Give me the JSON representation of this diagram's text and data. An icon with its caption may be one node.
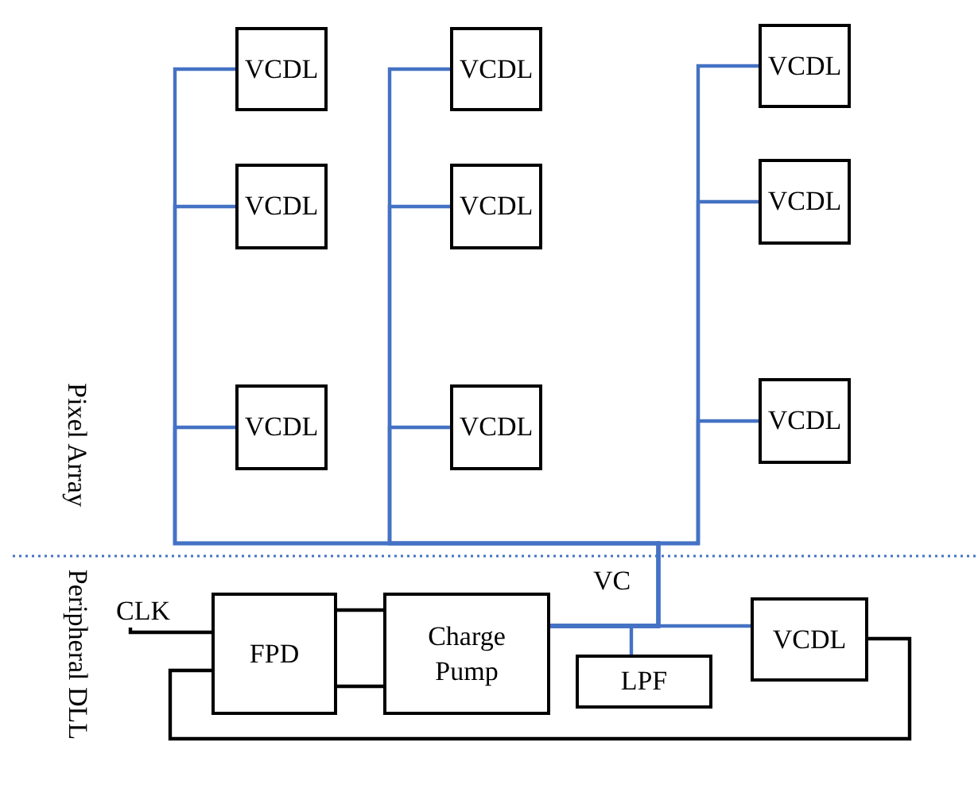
{
  "diagram": {
    "nodes": [
      {
        "text": [
          "VCDL"
        ]
      },
      {
        "text": [
          "VCDL"
        ]
      },
      {
        "text": [
          "VCDL"
        ]
      },
      {
        "text": [
          "VCDL"
        ]
      },
      {
        "text": [
          "VCDL"
        ]
      },
      {
        "text": [
          "VCDL"
        ]
      },
      {
        "text": [
          "VCDL"
        ]
      },
      {
        "text": [
          "VCDL"
        ]
      },
      {
        "text": [
          "VCDL"
        ]
      },
      {
        "text": [
          "FPD"
        ]
      },
      {
        "text": [
          "Charge Pump"
        ]
      },
      {
        "text": [
          "LPF"
        ]
      },
      {
        "text": [
          "VCDL"
        ]
      },
      {
        "text": [
          "CLK"
        ]
      }
    ],
    "edges": [
      {
        "from": 10,
        "to": 0,
        "arrow": "none"
      },
      {
        "from": 10,
        "to": 1,
        "arrow": "none"
      },
      {
        "from": 10,
        "to": 2,
        "arrow": "none"
      },
      {
        "from": 10,
        "to": 3,
        "arrow": "none"
      },
      {
        "from": 10,
        "to": 4,
        "arrow": "none"
      },
      {
        "from": 10,
        "to": 5,
        "arrow": "none"
      },
      {
        "from": 10,
        "to": 6,
        "arrow": "none"
      },
      {
        "from": 10,
        "to": 7,
        "arrow": "none"
      },
      {
        "from": 10,
        "to": 8,
        "arrow": "none"
      },
      {
        "from": 10,
        "to": 11,
        "arrow": "none"
      },
      {
        "from": 10,
        "to": 12,
        "arrow": "none"
      },
      {
        "from": 9,
        "to": 10,
        "arrow": "none",
        "color": "#000000"
      },
      {
        "from": 9,
        "to": 10,
        "arrow": "none",
        "color": "#000000"
      },
      {
        "from": 12,
        "to": 9,
        "arrow": "none",
        "color": "#000000"
      },
      {
        "from": 13,
        "to": 9,
        "arrow": "none",
        "color": "#000000"
      }
    ],
    "labels": [
      "Pixel Array",
      "Peripheral DLL",
      "VC"
    ]
  }
}
